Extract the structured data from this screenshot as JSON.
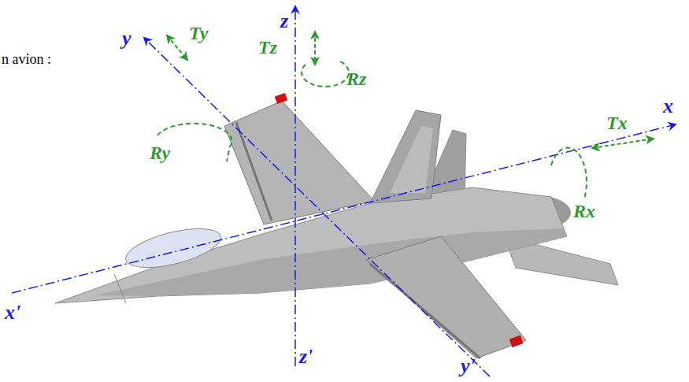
{
  "diagram": {
    "labels": [
      "n avion :",
      "y",
      "Ty",
      "z",
      "Tz",
      "Rz",
      "Ry",
      "x",
      "Tx",
      "Rx",
      "x'",
      "z'",
      "y'"
    ]
  }
}
